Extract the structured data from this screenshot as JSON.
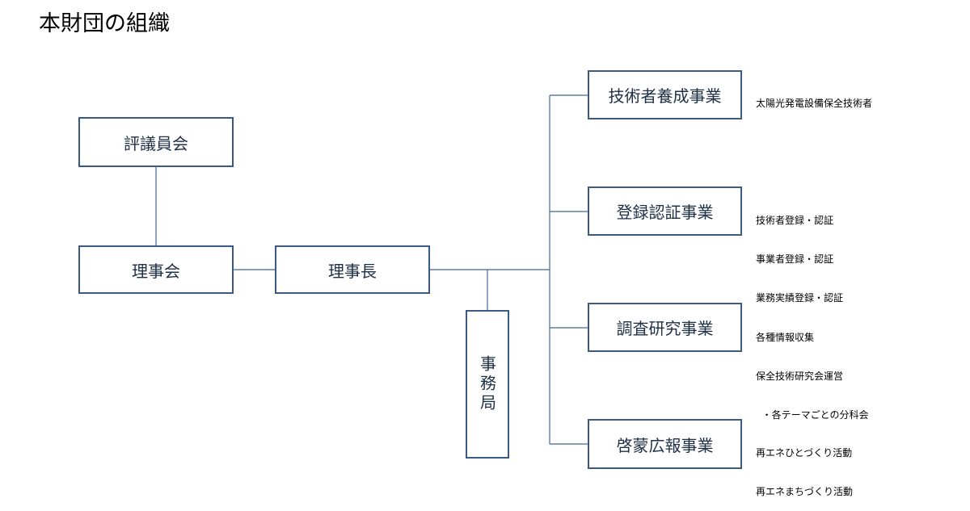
{
  "title": "本財団の組織",
  "nodes": {
    "council": "評議員会",
    "board": "理事会",
    "chairman": "理事長",
    "secretariat": "事務局",
    "training": "技術者養成事業",
    "certification": "登録認証事業",
    "research": "調査研究事業",
    "outreach": "啓蒙広報事業"
  },
  "descriptions": {
    "training": [
      "太陽光発電設備保全技術者"
    ],
    "certification": [
      "技術者登録・認証",
      "事業者登録・認証",
      "業務実績登録・認証"
    ],
    "research": [
      "各種情報収集",
      "保全技術研究会運営",
      "  ・各テーマごとの分科会"
    ],
    "outreach": [
      "再エネひとづくり活動",
      "再エネまちづくり活動"
    ]
  },
  "colors": {
    "box_border": "#3b5a83",
    "connector": "#5f7ea8",
    "box_text": "#1f2f45"
  }
}
